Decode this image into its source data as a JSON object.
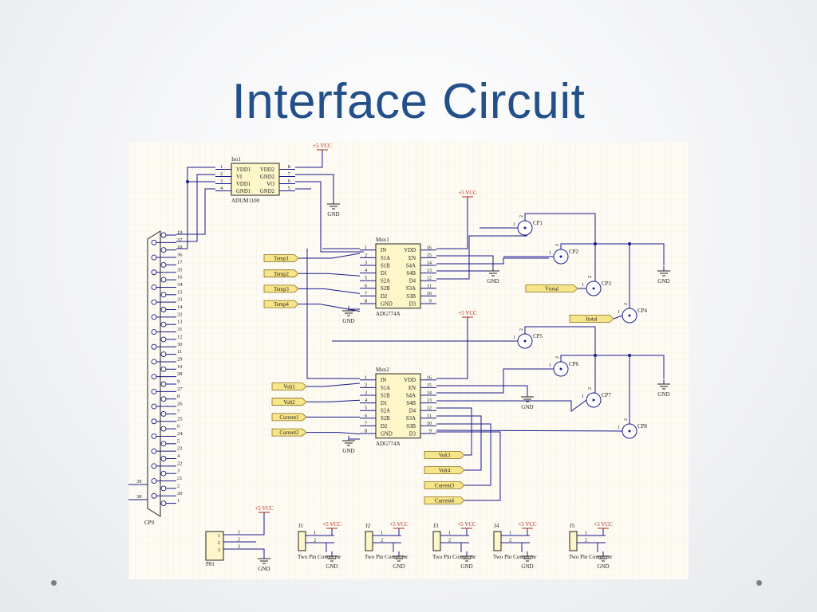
{
  "slide": {
    "title": "Interface Circuit"
  },
  "colors": {
    "wire": "#1a1a8c",
    "label": "#222222",
    "power": "#b0281e",
    "title": "#24508a",
    "port_fill": "#f7e58a",
    "ic_fill": "#fdf6c8"
  },
  "schematic": {
    "iso": {
      "ref": "Iso1",
      "part": "ADUM1100",
      "left_pins": [
        {
          "n": "1",
          "name": "VDD1"
        },
        {
          "n": "2",
          "name": "VI"
        },
        {
          "n": "3",
          "name": "VDD1"
        },
        {
          "n": "4",
          "name": "GND1"
        }
      ],
      "right_pins": [
        {
          "n": "8",
          "name": "VDD2"
        },
        {
          "n": "7",
          "name": "GND2"
        },
        {
          "n": "6",
          "name": "VO"
        },
        {
          "n": "5",
          "name": "GND2"
        }
      ]
    },
    "mux1": {
      "ref": "Mux1",
      "part": "ADG774A",
      "left_pins": [
        {
          "n": "1",
          "name": "IN"
        },
        {
          "n": "2",
          "name": "S1A"
        },
        {
          "n": "3",
          "name": "S1B"
        },
        {
          "n": "4",
          "name": "D1"
        },
        {
          "n": "5",
          "name": "S2A"
        },
        {
          "n": "6",
          "name": "S2B"
        },
        {
          "n": "7",
          "name": "D2"
        },
        {
          "n": "8",
          "name": "GND"
        }
      ],
      "right_pins": [
        {
          "n": "16",
          "name": "VDD"
        },
        {
          "n": "15",
          "name": "EN"
        },
        {
          "n": "14",
          "name": "S4A"
        },
        {
          "n": "13",
          "name": "S4B"
        },
        {
          "n": "12",
          "name": "D4"
        },
        {
          "n": "11",
          "name": "S3A"
        },
        {
          "n": "10",
          "name": "S3B"
        },
        {
          "n": "9",
          "name": "D3"
        }
      ]
    },
    "mux2": {
      "ref": "Mux2",
      "part": "ADG774A",
      "left_pins": [
        {
          "n": "1",
          "name": "IN"
        },
        {
          "n": "2",
          "name": "S1A"
        },
        {
          "n": "3",
          "name": "S1B"
        },
        {
          "n": "4",
          "name": "D1"
        },
        {
          "n": "5",
          "name": "S2A"
        },
        {
          "n": "6",
          "name": "S2B"
        },
        {
          "n": "7",
          "name": "D2"
        },
        {
          "n": "8",
          "name": "GND"
        }
      ],
      "right_pins": [
        {
          "n": "16",
          "name": "VDD"
        },
        {
          "n": "15",
          "name": "EN"
        },
        {
          "n": "14",
          "name": "S4A"
        },
        {
          "n": "13",
          "name": "S4B"
        },
        {
          "n": "12",
          "name": "D4"
        },
        {
          "n": "11",
          "name": "S3A"
        },
        {
          "n": "10",
          "name": "S3B"
        },
        {
          "n": "9",
          "name": "D3"
        }
      ]
    },
    "ports_mux1": [
      "Temp1",
      "Temp2",
      "Temp3",
      "Temp4"
    ],
    "ports_mux2": [
      "Volt1",
      "Volt2",
      "Current1",
      "Current2"
    ],
    "ports_right": [
      "Volt3",
      "Volt4",
      "Current3",
      "Current4"
    ],
    "port_vtotal": "Vtotal",
    "port_itotal": "Itotal",
    "vcc": "+5 VCC",
    "gnd": "GND",
    "connector": {
      "ref": "CP9",
      "pins": [
        "19",
        "37",
        "18",
        "36",
        "17",
        "35",
        "16",
        "34",
        "15",
        "33",
        "14",
        "32",
        "13",
        "31",
        "12",
        "30",
        "11",
        "29",
        "10",
        "28",
        "9",
        "27",
        "8",
        "26",
        "7",
        "25",
        "6",
        "24",
        "5",
        "23",
        "4",
        "22",
        "3",
        "21",
        "2",
        "20",
        "1"
      ],
      "mount": [
        "39",
        "38"
      ]
    },
    "test_points": [
      "CP1",
      "CP2",
      "CP3",
      "CP4",
      "CP5",
      "CP6",
      "CP7",
      "CP8"
    ],
    "tp_pin1": "1",
    "tp_pin2": "2",
    "header": {
      "ref": "P81",
      "pins": [
        "1",
        "2",
        "3"
      ]
    },
    "jumpers": [
      {
        "ref": "J1",
        "label": "Two Pin Connector"
      },
      {
        "ref": "J2",
        "label": "Two Pin Connector"
      },
      {
        "ref": "J3",
        "label": "Two Pin Connector"
      },
      {
        "ref": "J4",
        "label": "Two Pin Connector"
      },
      {
        "ref": "J5",
        "label": "Two Pin Connector"
      }
    ],
    "jumper_pins": [
      "1",
      "2"
    ]
  },
  "footer": {
    "bullets": [
      "left-bullet",
      "right-bullet"
    ]
  }
}
